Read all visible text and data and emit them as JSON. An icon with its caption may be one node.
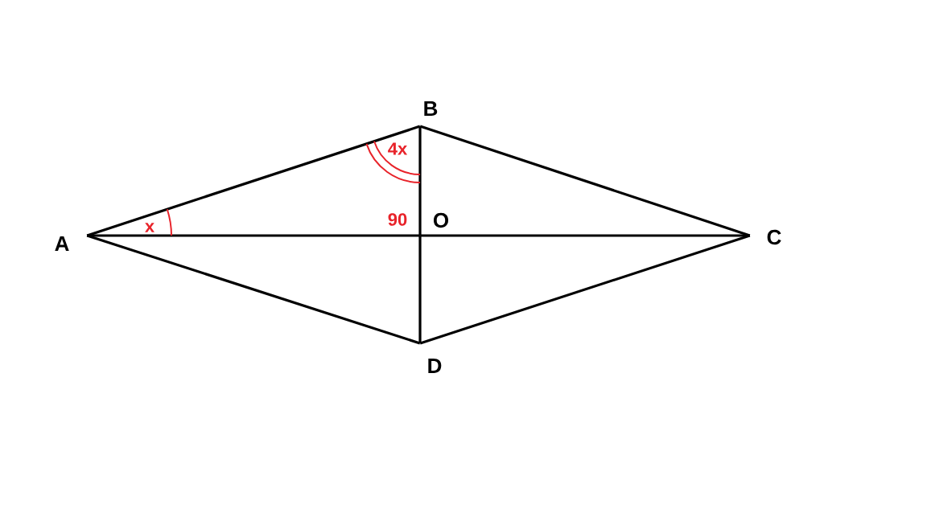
{
  "diagram": {
    "nodes": [
      {
        "text": [
          "A"
        ]
      },
      {
        "text": [
          "B"
        ]
      },
      {
        "text": [
          "C"
        ]
      },
      {
        "text": [
          "D"
        ]
      },
      {
        "text": [
          "O"
        ]
      }
    ],
    "edges": [
      {
        "from": 0,
        "to": 1,
        "arrow": "none"
      },
      {
        "from": 1,
        "to": 2,
        "arrow": "none"
      },
      {
        "from": 2,
        "to": 3,
        "arrow": "none"
      },
      {
        "from": 3,
        "to": 0,
        "arrow": "none"
      },
      {
        "from": 0,
        "to": 4,
        "arrow": "none"
      },
      {
        "from": 4,
        "to": 2,
        "arrow": "none"
      },
      {
        "from": 1,
        "to": 4,
        "arrow": "none"
      },
      {
        "from": 4,
        "to": 3,
        "arrow": "none"
      }
    ],
    "labels": [
      "4x",
      "x",
      "90"
    ]
  }
}
